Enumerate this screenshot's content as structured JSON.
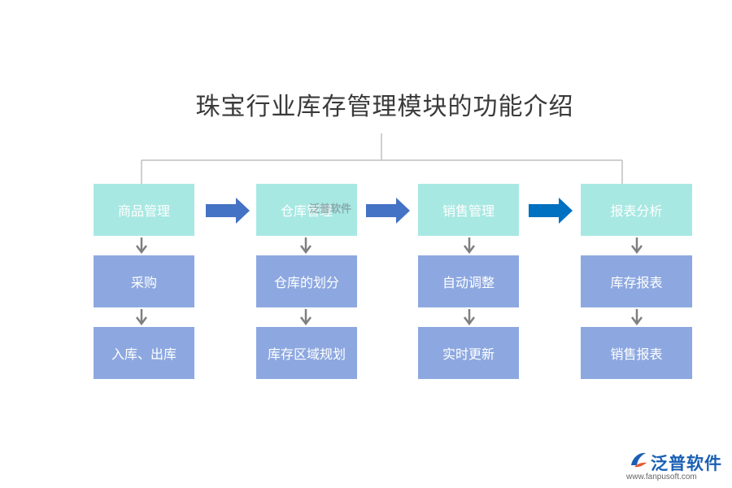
{
  "title": "珠宝行业库存管理模块的功能介绍",
  "columns": [
    {
      "header": "商品管理",
      "items": [
        "采购",
        "入库、出库"
      ]
    },
    {
      "header": "仓库管理",
      "items": [
        "仓库的划分",
        "库存区域规划"
      ]
    },
    {
      "header": "销售管理",
      "items": [
        "自动调整",
        "实时更新"
      ]
    },
    {
      "header": "报表分析",
      "items": [
        "库存报表",
        "销售报表"
      ]
    }
  ],
  "colors": {
    "header_box": "#a8e8e2",
    "item_box": "#8da8e0",
    "arrow_blue": "#4472c4",
    "connector": "#7f7f7f"
  },
  "watermark": {
    "text": "泛普软件"
  },
  "logo": {
    "name": "泛普软件",
    "url": "www.fanpusoft.com",
    "icon": "fanpu-logo-icon"
  }
}
